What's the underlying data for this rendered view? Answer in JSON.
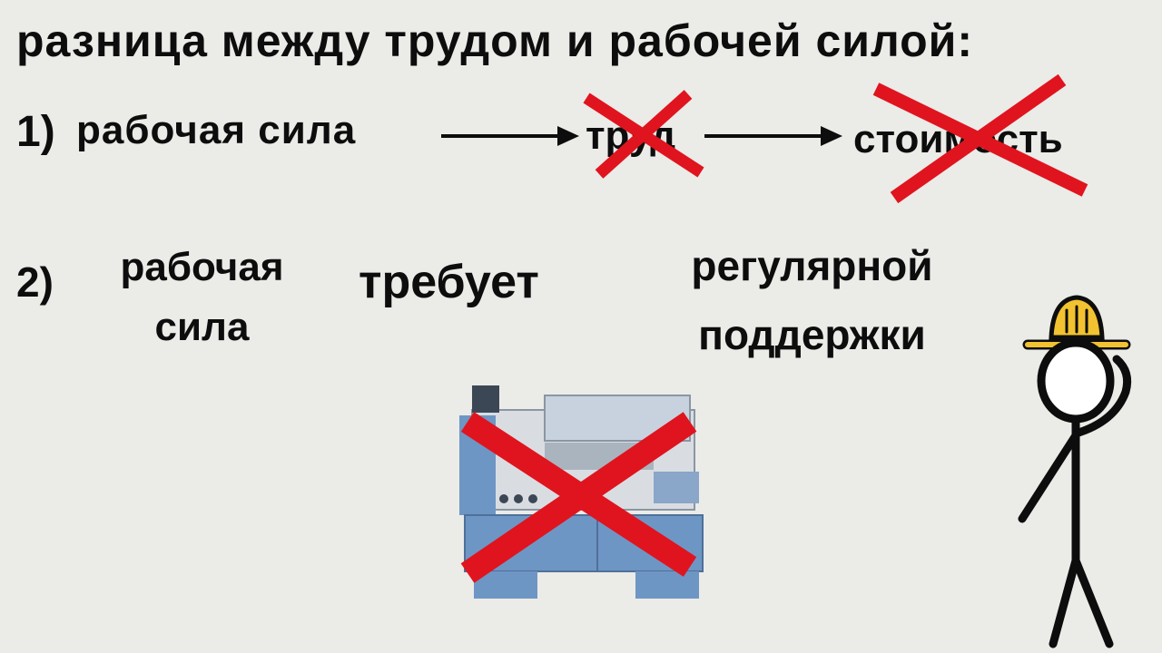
{
  "title": "разница между трудом и рабочей силой:",
  "point1": {
    "number": "1)",
    "chain": [
      "рабочая сила",
      "труд",
      "стоимость"
    ],
    "crossed_out": [
      "труд",
      "стоимость"
    ]
  },
  "point2": {
    "number": "2)",
    "subject": "рабочая сила",
    "verb": "требует",
    "object": "регулярной поддержки"
  },
  "colors": {
    "text": "#0d0d0d",
    "cross": "#e0141e",
    "helmet": "#f2c230",
    "machine": "#6e96c4"
  },
  "icons": {
    "machine": "lathe-machine-icon",
    "worker": "stick-figure-worker-icon"
  }
}
